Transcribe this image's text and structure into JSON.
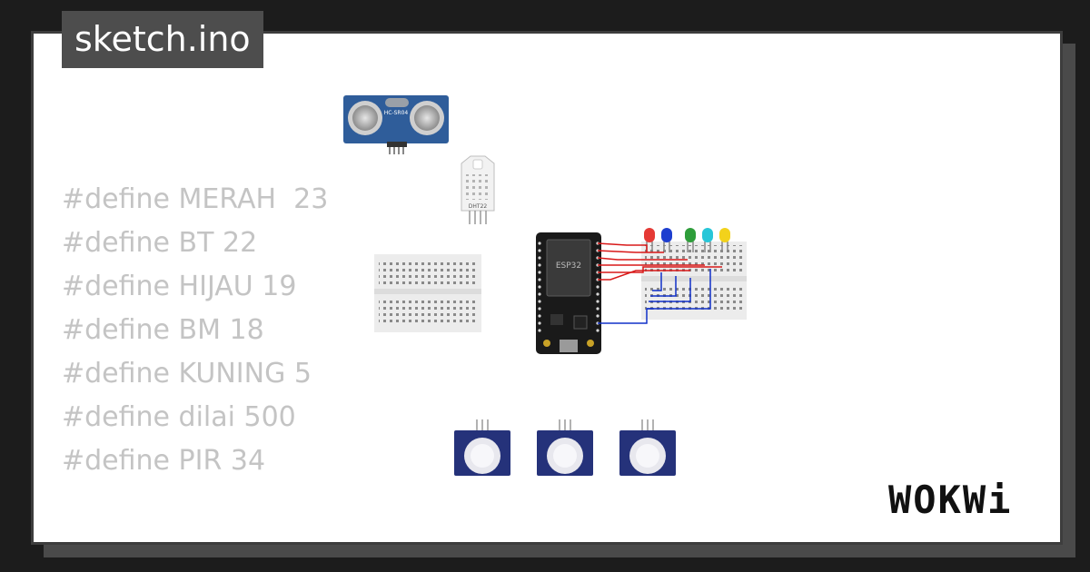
{
  "sketch": {
    "filename": "sketch.ino"
  },
  "code": {
    "lines": [
      "#define MERAH  23",
      "#define BT 22",
      "#define HIJAU 19",
      "#define BM 18",
      "#define KUNING 5",
      "#define dilai 500",
      "#define PIR 34"
    ]
  },
  "components": {
    "ultrasonic_label": "HC-SR04",
    "dht_label": "DHT22",
    "board_label": "ESP32"
  },
  "brand": {
    "logo": "WOKWi"
  },
  "colors": {
    "led_red": "#e53935",
    "led_blue": "#1e3ecf",
    "led_green": "#2e9d3a",
    "led_cyan": "#27c6d8",
    "led_yellow": "#f2d21b",
    "wire_red": "#d81818",
    "wire_blue": "#1030c8",
    "sensor_blue": "#2f5d9a",
    "pir_blue": "#25327a"
  }
}
